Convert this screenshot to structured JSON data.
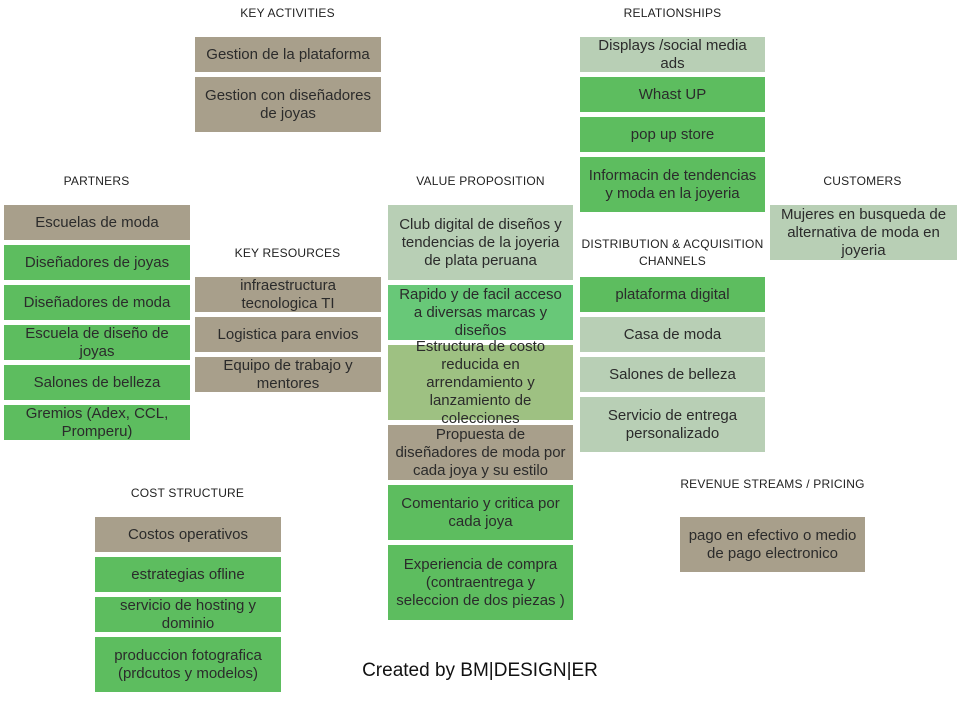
{
  "headers": {
    "key_activities": "KEY ACTIVITIES",
    "relationships": "RELATIONSHIPS",
    "partners": "PARTNERS",
    "value_proposition": "VALUE PROPOSITION",
    "customers": "CUSTOMERS",
    "key_resources": "KEY RESOURCES",
    "distribution": "DISTRIBUTION  &  ACQUISITION  CHANNELS",
    "cost_structure": "COST  STRUCTURE",
    "revenue_streams": "REVENUE STREAMS /  PRICING"
  },
  "key_activities": [
    "Gestion de la plataforma",
    "Gestion con diseñadores de joyas"
  ],
  "relationships": [
    "Displays /social media ads",
    "Whast UP",
    "pop up store",
    "Informacin de tendencias y moda en la joyeria"
  ],
  "partners": [
    "Escuelas de moda",
    "Diseñadores de joyas",
    "Diseñadores de moda",
    "Escuela de diseño de joyas",
    "Salones de belleza",
    "Gremios (Adex, CCL, Promperu)"
  ],
  "key_resources": [
    "infraestructura tecnologica TI",
    "Logistica para envios",
    "Equipo de trabajo y mentores"
  ],
  "value_proposition": [
    "Club digital de diseños y tendencias de la joyeria de plata peruana",
    "Rapido y de facil acceso a diversas marcas y diseños",
    "Estructura de costo reducida en arrendamiento y lanzamiento de colecciones",
    "Propuesta de diseñadores de moda por cada joya y su estilo",
    "Comentario y critica por cada joya",
    "Experiencia de compra (contraentrega y seleccion de dos piezas )"
  ],
  "customers": [
    "Mujeres en busqueda de alternativa de moda en joyeria"
  ],
  "distribution": [
    "plataforma digital",
    "Casa de moda",
    "Salones de belleza",
    "Servicio de entrega personalizado"
  ],
  "cost_structure": [
    "Costos operativos",
    "estrategias ofline",
    "servicio de hosting y dominio",
    "produccion fotografica (prdcutos y modelos)"
  ],
  "revenue_streams": [
    "pago en efectivo o medio de pago electronico"
  ],
  "footer": "Created by BM|DESIGN|ER",
  "colors": {
    "brown": "#a89f8b",
    "green": "#5dbd5f",
    "light_green": "#68c878",
    "pale_green": "#b8cfb5",
    "olive": "#9ec182"
  }
}
